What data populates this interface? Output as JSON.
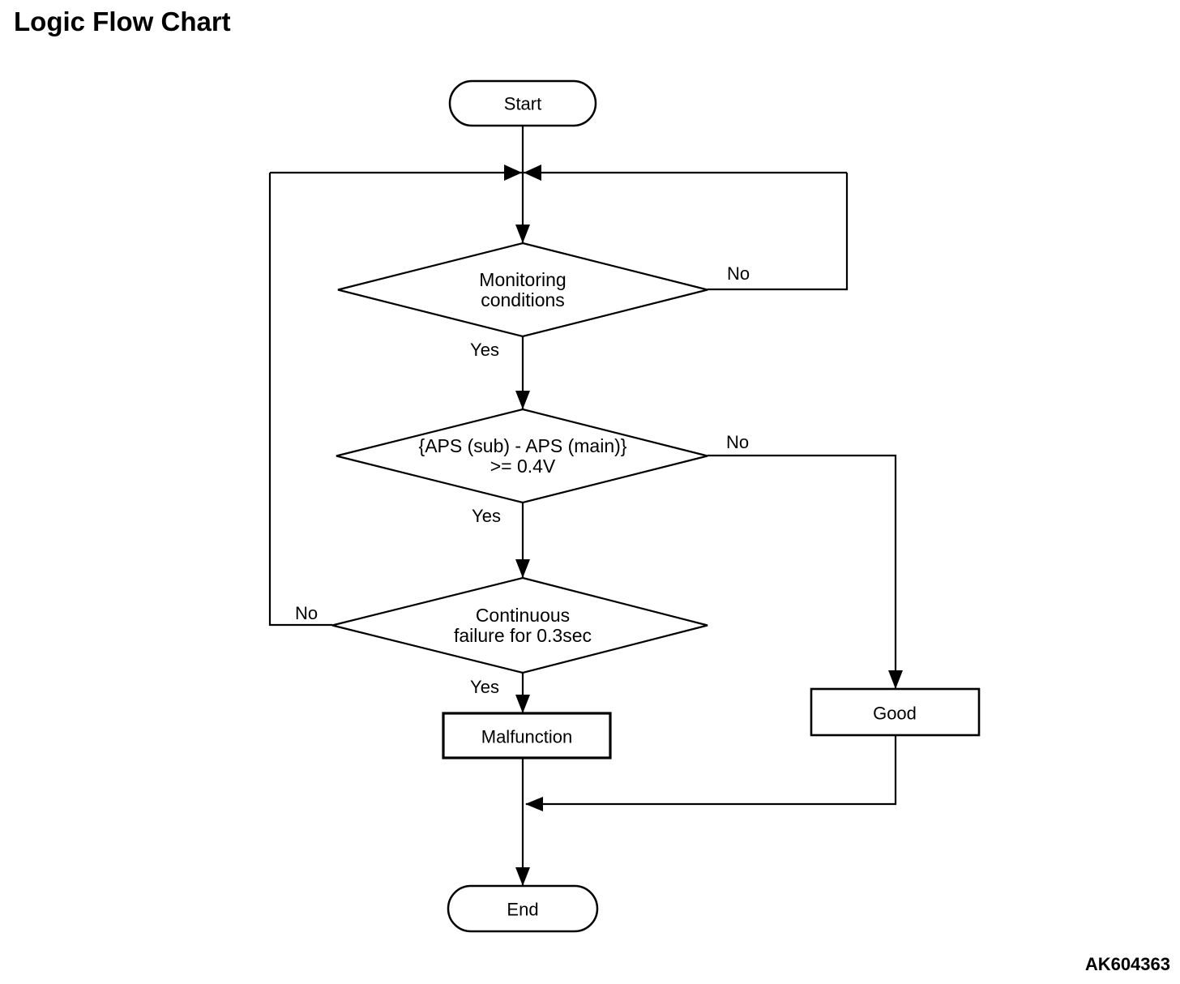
{
  "title": "Logic Flow Chart",
  "figure_code": "AK604363",
  "flowchart": {
    "start": {
      "label": "Start"
    },
    "end": {
      "label": "End"
    },
    "decision_monitoring": {
      "line1": "Monitoring",
      "line2": "conditions",
      "yes": "Yes",
      "no": "No"
    },
    "decision_aps": {
      "line1": "{APS (sub) - APS (main)}",
      "line2": ">= 0.4V",
      "yes": "Yes",
      "no": "No"
    },
    "decision_continuous": {
      "line1": "Continuous",
      "line2": "failure for 0.3sec",
      "yes": "Yes",
      "no": "No"
    },
    "malfunction": {
      "label": "Malfunction"
    },
    "good": {
      "label": "Good"
    },
    "line_color": "#000000",
    "background_color": "#ffffff"
  }
}
